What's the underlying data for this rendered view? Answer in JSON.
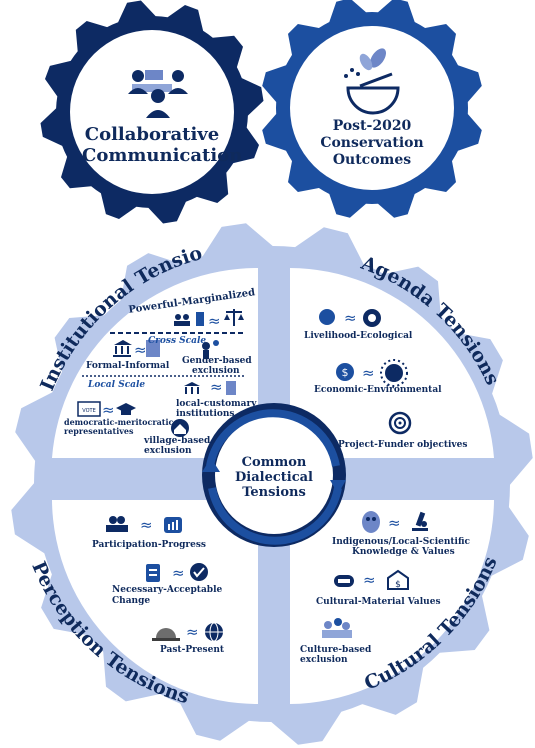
{
  "top_gears": {
    "left": {
      "title_line1": "Collaborative",
      "title_line2": "Communication",
      "icon": "people-network-icon",
      "color": "#0d2a63"
    },
    "right": {
      "title_line1": "Post-2020",
      "title_line2": "Conservation",
      "title_line3": "Outcomes",
      "icon": "bowl-with-plant-icon",
      "color": "#1c4fa0"
    }
  },
  "center": {
    "line1": "Common",
    "line2": "Dialectical",
    "line3": "Tensions"
  },
  "colors": {
    "big_gear": "#b8c8ea",
    "dark": "#0d2a63",
    "mid": "#1c4fa0",
    "text": "#0f2a5c"
  },
  "quadrants": {
    "institutional": {
      "title": "Institutional Tensions",
      "powerful": "Powerful-Marginalized",
      "cross_scale": "Cross Scale",
      "formal": "Formal-Informal",
      "gender_line1": "Gender-based",
      "gender_line2": "exclusion",
      "local_scale": "Local Scale",
      "local_customary_line1": "local-customary",
      "local_customary_line2": "institutions",
      "democratic_line1": "democratic-meritocratic",
      "democratic_line2": "representatives",
      "village_line1": "village-based",
      "village_line2": "exclusion",
      "vote_label": "VOTE"
    },
    "agenda": {
      "title": "Agenda Tensions",
      "livelihood": "Livelihood-Ecological",
      "economic": "Economic-Environmental",
      "project": "Project-Funder objectives"
    },
    "perception": {
      "title": "Perception Tensions",
      "participation": "Participation-Progress",
      "necessary_line1": "Necessary-Acceptable",
      "necessary_line2": "Change",
      "past": "Past-Present"
    },
    "cultural": {
      "title": "Cultural Tensions",
      "indigenous_line1": "Indigenous/Local-Scientific",
      "indigenous_line2": "Knowledge & Values",
      "cultural_material": "Cultural-Material Values",
      "culture_line1": "Culture-based",
      "culture_line2": "exclusion"
    }
  },
  "approx_symbol": "≈"
}
